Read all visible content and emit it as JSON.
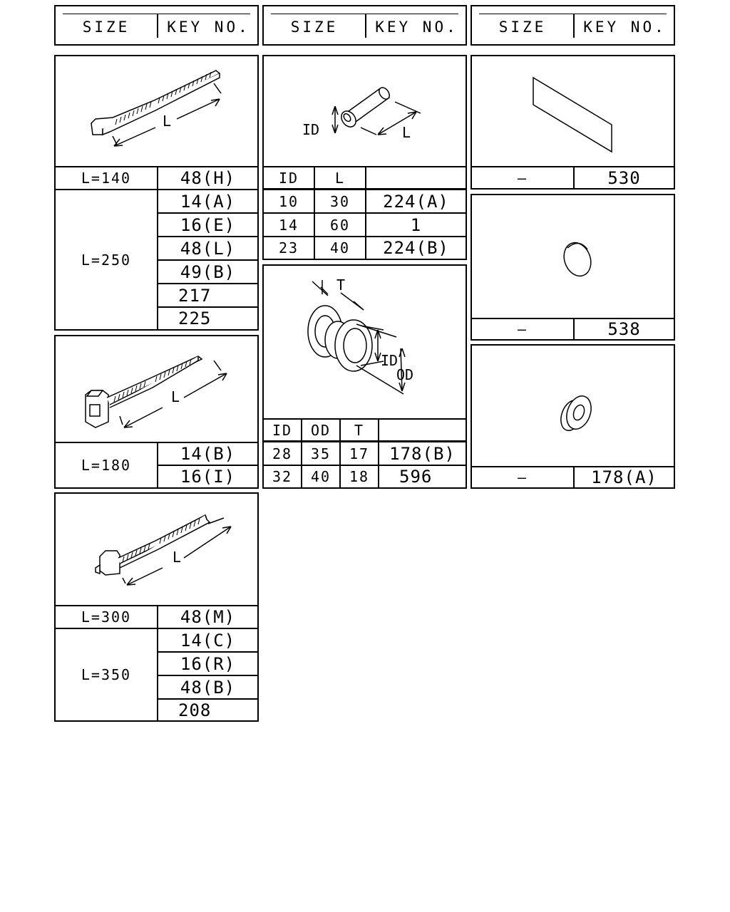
{
  "headers": [
    {
      "size": "SIZE",
      "key": "KEY NO."
    },
    {
      "size": "SIZE",
      "key": "KEY NO."
    },
    {
      "size": "SIZE",
      "key": "KEY NO."
    }
  ],
  "tie_140_250": {
    "dim": "L",
    "rows": [
      {
        "size": "L=140",
        "keys": [
          "48(H)"
        ]
      },
      {
        "size": "L=250",
        "keys": [
          "14(A)",
          "16(E)",
          "48(L)",
          "49(B)",
          "217",
          "225"
        ]
      }
    ]
  },
  "tie_180": {
    "dim": "L",
    "rows": [
      {
        "size": "L=180",
        "keys": [
          "14(B)",
          "16(I)"
        ]
      }
    ]
  },
  "tie_300_350": {
    "dim": "L",
    "rows": [
      {
        "size": "L=300",
        "keys": [
          "48(M)"
        ]
      },
      {
        "size": "L=350",
        "keys": [
          "14(C)",
          "16(R)",
          "48(B)",
          "208"
        ]
      }
    ]
  },
  "tube": {
    "dims": {
      "id": "ID",
      "l": "L"
    },
    "columns": [
      "ID",
      "L",
      ""
    ],
    "rows": [
      [
        "10",
        "30",
        "224(A)"
      ],
      [
        "14",
        "60",
        "1"
      ],
      [
        "23",
        "40",
        "224(B)"
      ]
    ]
  },
  "grommet": {
    "dims": {
      "t": "T",
      "id": "ID",
      "od": "OD"
    },
    "columns": [
      "ID",
      "OD",
      "T",
      ""
    ],
    "rows": [
      [
        "28",
        "35",
        "17",
        "178(B)"
      ],
      [
        "32",
        "40",
        "18",
        "596"
      ]
    ]
  },
  "sheet": {
    "size": "—",
    "key": "530"
  },
  "plug": {
    "size": "—",
    "key": "538"
  },
  "small_grommet": {
    "size": "—",
    "key": "178(A)"
  }
}
